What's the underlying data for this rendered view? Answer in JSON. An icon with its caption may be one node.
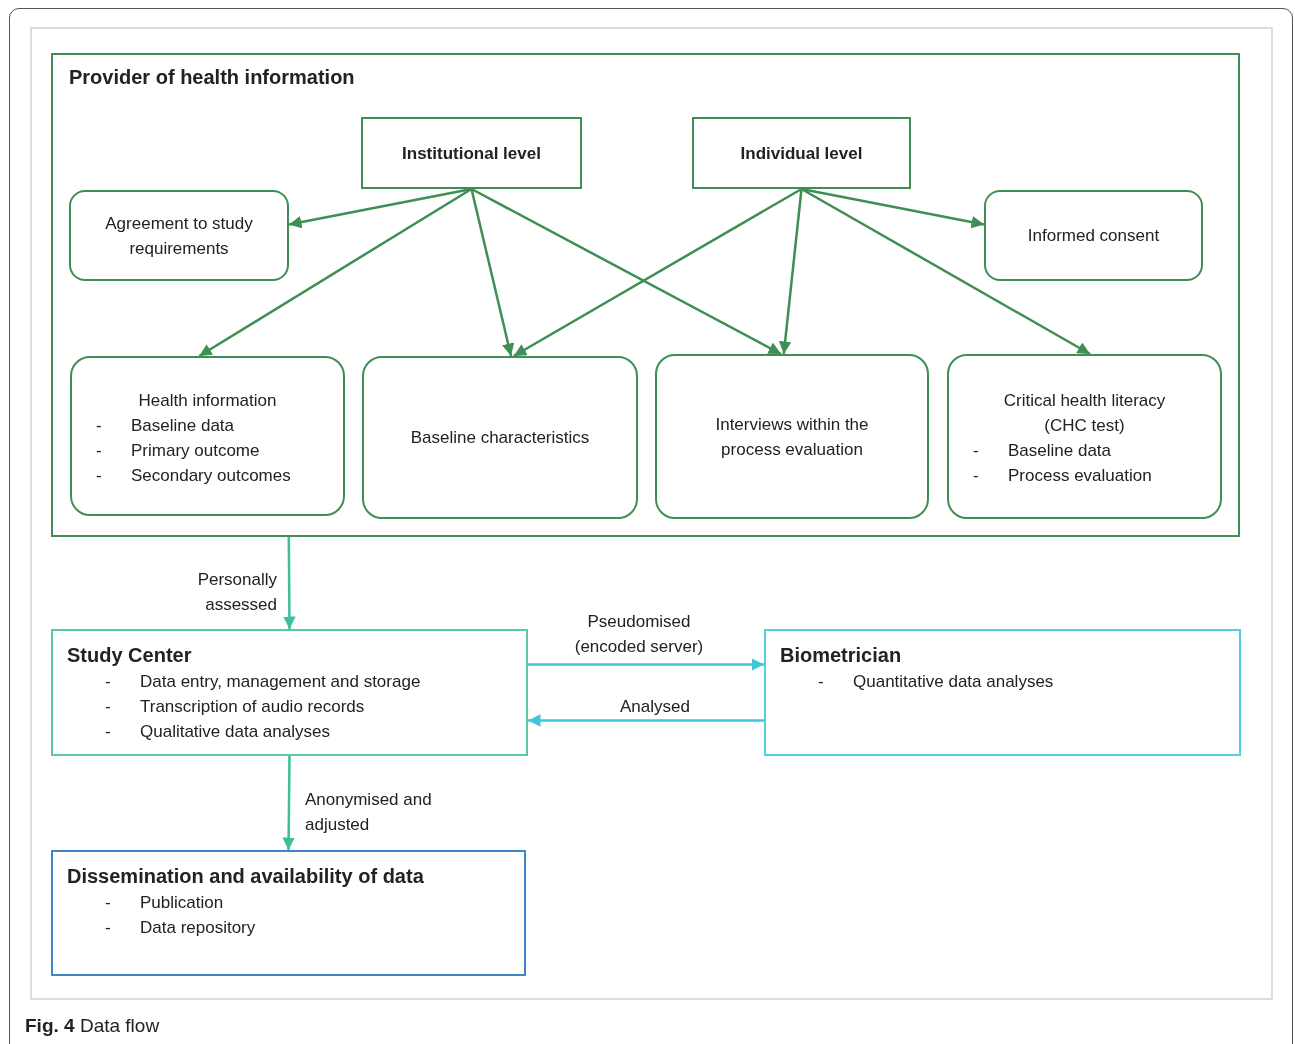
{
  "diagram": {
    "caption": "**Fig. 4** Data flow",
    "nodes": [
      {
        "text": [
          "Provider of health information"
        ]
      },
      {
        "text": [
          "Institutional level"
        ],
        "in": 0
      },
      {
        "text": [
          "Individual level"
        ],
        "in": 0
      },
      {
        "text": [
          "Agreement to study requirements"
        ],
        "in": 0
      },
      {
        "text": [
          "Informed consent"
        ],
        "in": 0
      },
      {
        "text": [
          "Health information",
          "- Baseline data",
          "- Primary outcome",
          "- Secondary outcomes"
        ],
        "in": 0
      },
      {
        "text": [
          "Baseline characteristics"
        ],
        "in": 0
      },
      {
        "text": [
          "Interviews within the process evaluation"
        ],
        "in": 0
      },
      {
        "text": [
          "Critical health literacy (CHC test)",
          "- Baseline data",
          "- Process evaluation"
        ],
        "in": 0
      },
      {
        "text": [
          "Study Center",
          "- Data entry, management and storage",
          "- Transcription of audio records",
          "- Qualitative data analyses"
        ]
      },
      {
        "text": [
          "Biometrician",
          "- Quantitative data analyses"
        ]
      },
      {
        "text": [
          "Dissemination and availability of data",
          "- Publication",
          "- Data repository"
        ]
      }
    ],
    "edges": [
      {
        "from": 1,
        "to": 3,
        "arrow": "to"
      },
      {
        "from": 1,
        "to": 5,
        "arrow": "to"
      },
      {
        "from": 1,
        "to": 6,
        "arrow": "to"
      },
      {
        "from": 1,
        "to": 7,
        "arrow": "to"
      },
      {
        "from": 2,
        "to": 6,
        "arrow": "to"
      },
      {
        "from": 2,
        "to": 7,
        "arrow": "to"
      },
      {
        "from": 2,
        "to": 4,
        "arrow": "to"
      },
      {
        "from": 2,
        "to": 8,
        "arrow": "to"
      },
      {
        "from": 0,
        "to": 9,
        "arrow": "to",
        "label": "Personally assessed",
        "color": "#3dbf9c"
      },
      {
        "from": 9,
        "to": 10,
        "arrow": "to",
        "label": "Pseudomised (encoded server)",
        "color": "#3fc7d8"
      },
      {
        "from": 10,
        "to": 9,
        "arrow": "to",
        "label": "Analysed",
        "color": "#3fc7d8"
      },
      {
        "from": 9,
        "to": 11,
        "arrow": "to",
        "label": "Anonymised and adjusted",
        "color": "#3dbf9c"
      }
    ]
  }
}
